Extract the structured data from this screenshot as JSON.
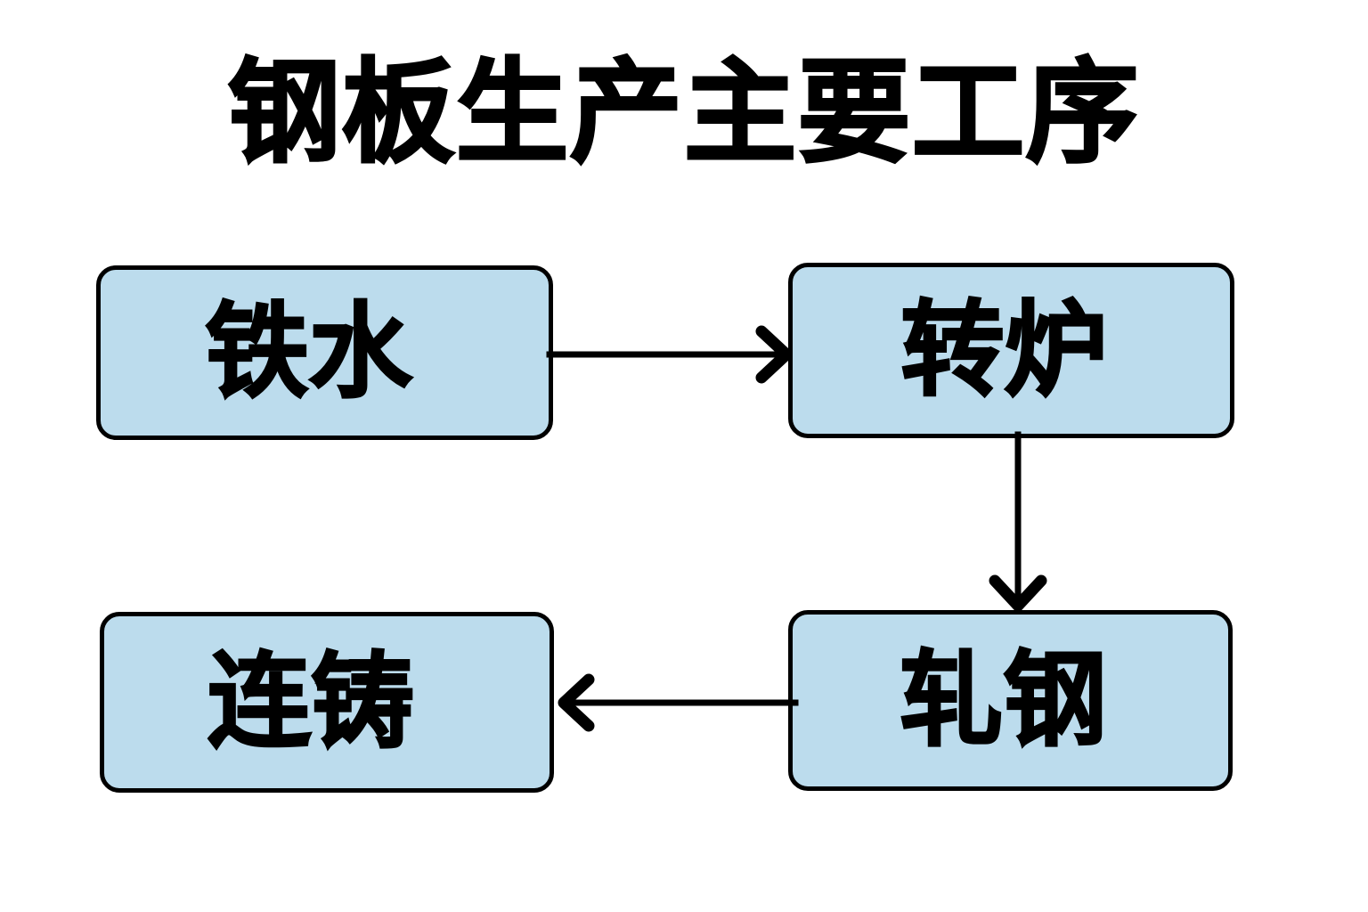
{
  "title": "钢板生产主要工序",
  "theme": {
    "page_background": "#ffffff",
    "box_fill": "#bcdced",
    "box_border": "#000000",
    "text_color": "#000000",
    "arrow_color": "#000000"
  },
  "flowchart": {
    "type": "process-flow",
    "nodes": [
      {
        "id": "molten-iron",
        "label": "铁水",
        "row": 1,
        "column": "left"
      },
      {
        "id": "converter",
        "label": "转炉",
        "row": 1,
        "column": "right"
      },
      {
        "id": "continuous-casting",
        "label": "连铸",
        "row": 2,
        "column": "left"
      },
      {
        "id": "rolling",
        "label": "轧钢",
        "row": 2,
        "column": "right"
      }
    ],
    "edges": [
      {
        "id": "iron-to-converter",
        "from": "molten-iron",
        "to": "converter",
        "direction": "right"
      },
      {
        "id": "converter-to-rolling",
        "from": "converter",
        "to": "rolling",
        "direction": "down"
      },
      {
        "id": "rolling-to-casting",
        "from": "rolling",
        "to": "continuous-casting",
        "direction": "left"
      }
    ]
  }
}
